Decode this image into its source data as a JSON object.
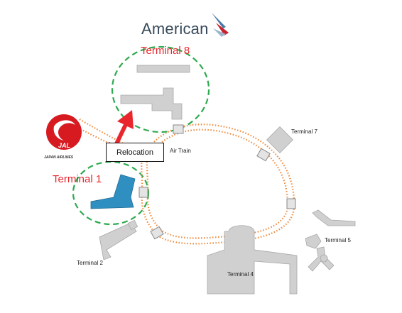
{
  "branding": {
    "american": "American",
    "jal_logo_text": "JAL",
    "jal_subtitle": "JAPAN AIRLINES"
  },
  "terminals": {
    "t8": "Terminal 8",
    "t1": "Terminal 1",
    "t7": "Terminal 7",
    "t5": "Terminal 5",
    "t4": "Terminal 4",
    "t2": "Terminal 2"
  },
  "labels": {
    "air_train": "Air Train",
    "relocation": "Relocation"
  },
  "colors": {
    "highlight_red": "#E8262C",
    "circle_green": "#2EAA4F",
    "track_orange": "#F08A3C",
    "terminal_gray": "#D0D0D0",
    "terminal1_blue": "#2F8FC0",
    "american_text": "#36495A"
  }
}
